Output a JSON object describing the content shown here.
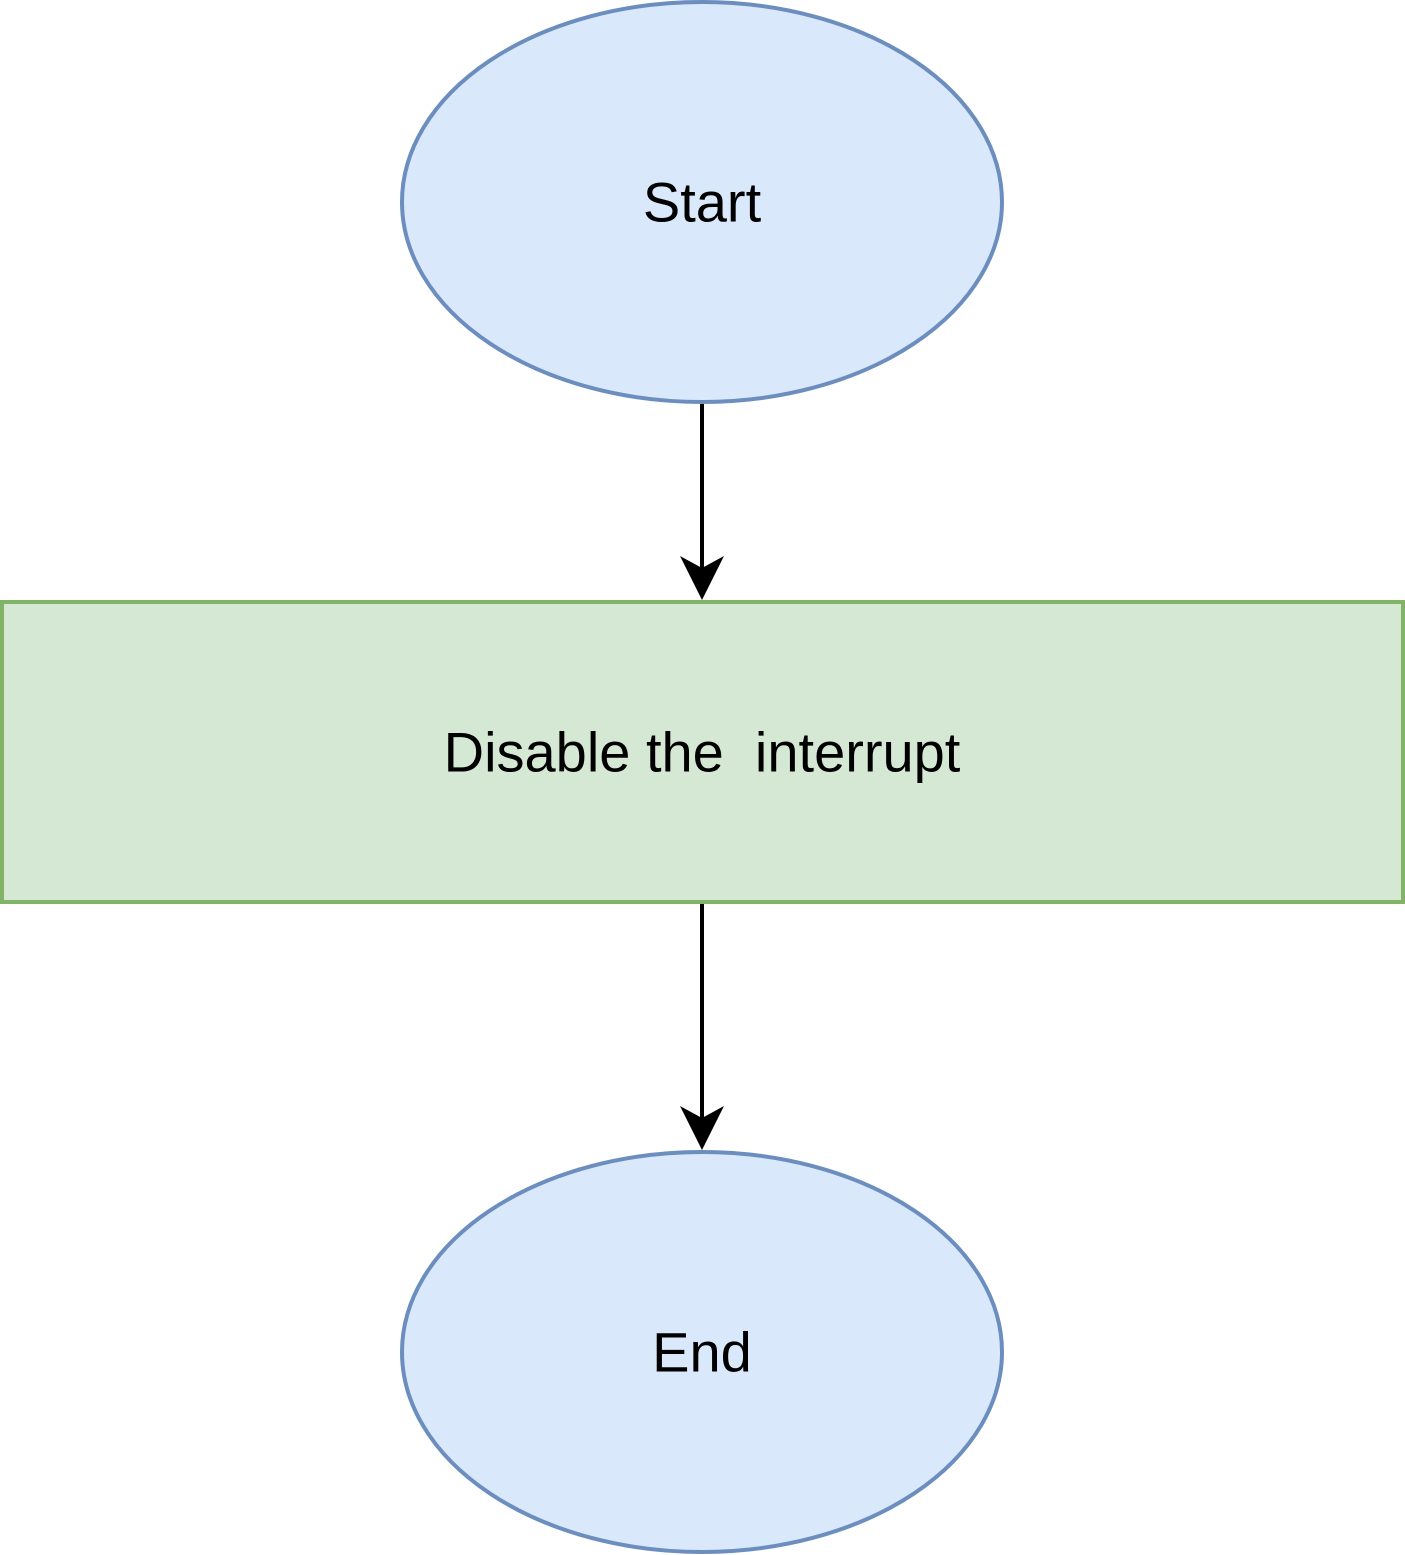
{
  "nodes": {
    "start": {
      "label": "Start"
    },
    "process": {
      "label": "Disable the  interrupt"
    },
    "end": {
      "label": "End"
    }
  },
  "colors": {
    "terminal_fill": "#dae8fc",
    "terminal_stroke": "#6c8ebf",
    "process_fill": "#d5e8d4",
    "process_stroke": "#82b366",
    "arrow": "#000000"
  }
}
